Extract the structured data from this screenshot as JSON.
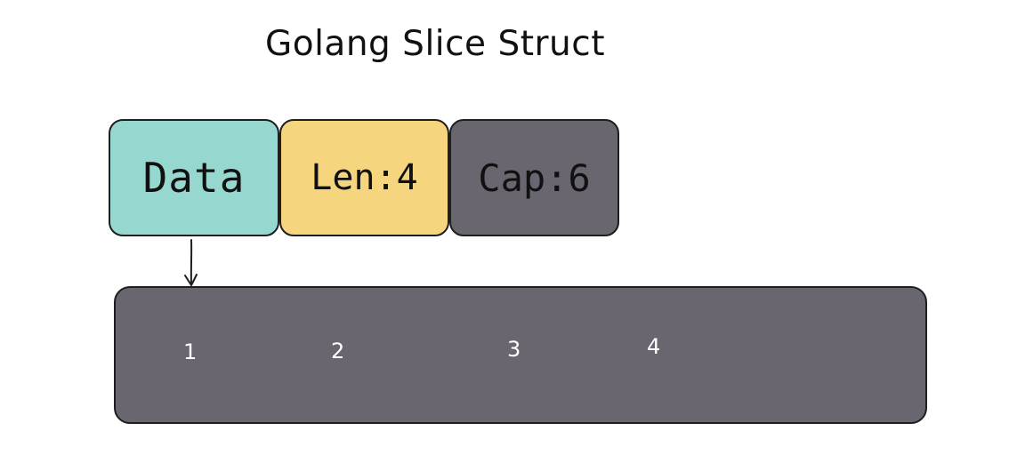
{
  "title": "Golang Slice Struct",
  "slice_header": {
    "data_label": "Data",
    "len_label": "Len:4",
    "cap_label": "Cap:6"
  },
  "backing_array": {
    "elements": [
      "1",
      "2",
      "3",
      "4"
    ]
  },
  "colors": {
    "data_fill": "#96d8cf",
    "len_fill": "#f5d67e",
    "cap_fill": "#6a6670",
    "array_fill": "#6a6670",
    "stroke": "#1e1e1e",
    "element_text": "#ffffff"
  }
}
